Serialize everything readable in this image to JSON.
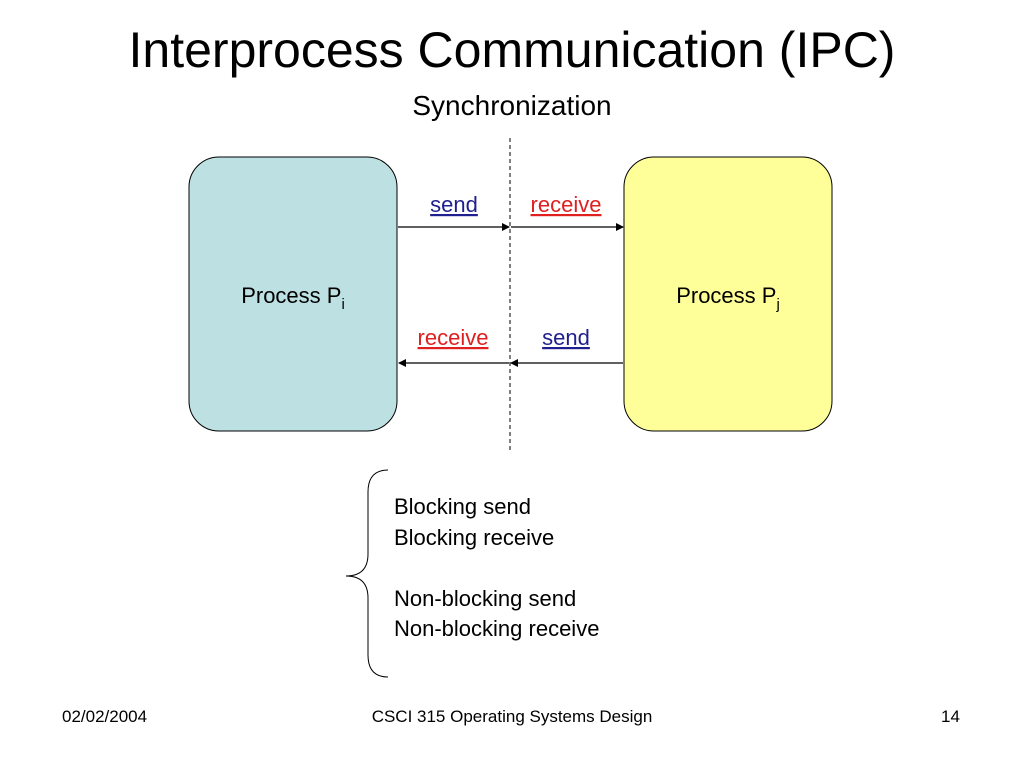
{
  "slide": {
    "title": "Interprocess Communication (IPC)",
    "subtitle": "Synchronization"
  },
  "diagram": {
    "process_left": {
      "label": "Process P",
      "subscript": "i",
      "fill": "#bde0e2"
    },
    "process_right": {
      "label": "Process P",
      "subscript": "j",
      "fill": "#ffff99"
    },
    "top_messages": {
      "left": "send",
      "right": "receive"
    },
    "bottom_messages": {
      "left": "receive",
      "right": "send"
    },
    "colors": {
      "send": "#1f1f8f",
      "receive": "#e02020"
    }
  },
  "options": [
    "Blocking send",
    "Blocking receive",
    "",
    "Non-blocking send",
    "Non-blocking receive"
  ],
  "footer": {
    "date": "02/02/2004",
    "course": "CSCI 315 Operating Systems Design",
    "page": "14"
  }
}
